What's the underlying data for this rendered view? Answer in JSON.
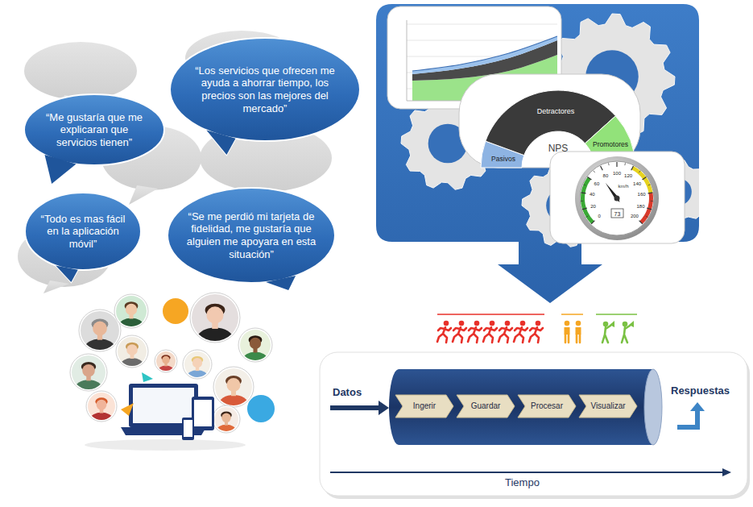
{
  "diagram": {
    "nodes": [
      {
        "text": [
          "“Me gustaría que me explicaran que servicios tienen”"
        ]
      },
      {
        "text": [
          "“Los servicios que ofrecen me ayuda a ahorrar tiempo, los precios son las mejores del mercado”"
        ]
      },
      {
        "text": [
          "“Todo es mas fácil en la aplicación móvil”"
        ]
      },
      {
        "text": [
          "“Se me perdió mi tarjeta de fidelidad, me gustaría que alguien me apoyara en esta situación”"
        ]
      },
      {
        "text": [
          "Datos",
          "Respuestas",
          "Tiempo"
        ]
      },
      {
        "text": [
          "Ingerir"
        ],
        "in": 4
      },
      {
        "text": [
          "Guardar"
        ],
        "in": 4
      },
      {
        "text": [
          "Procesar"
        ],
        "in": 4
      },
      {
        "text": [
          "Visualizar"
        ],
        "in": 4
      }
    ],
    "labels": [
      "Detractores",
      "NPS",
      "Pasivos",
      "Promotores",
      "0",
      "20",
      "40",
      "60",
      "80",
      "100",
      "120",
      "140",
      "160",
      "180",
      "200",
      "km/h",
      "73"
    ]
  }
}
